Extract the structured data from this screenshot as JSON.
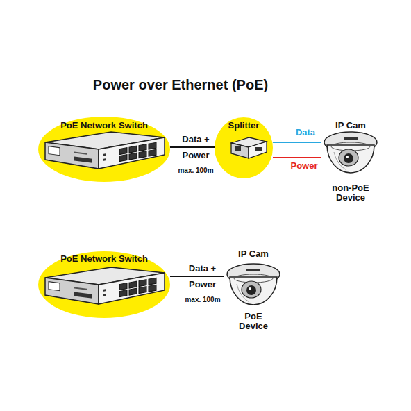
{
  "diagram": {
    "title": "Power over Ethernet (PoE)",
    "nodes": [
      {
        "text": [
          "PoE Network Switch"
        ]
      },
      {
        "text": [
          "Splitter"
        ]
      },
      {
        "text": [
          "IP Cam",
          "non-PoE Device"
        ]
      },
      {
        "text": [
          "PoE Network Switch"
        ]
      },
      {
        "text": [
          "IP Cam",
          "PoE Device"
        ]
      }
    ],
    "edges": [
      {
        "from": 0,
        "to": 1,
        "arrow": "none",
        "label": "Data + Power"
      },
      {
        "from": 1,
        "to": 2,
        "arrow": "none",
        "label": "Data"
      },
      {
        "from": 1,
        "to": 2,
        "arrow": "none",
        "label": "Power"
      },
      {
        "from": 3,
        "to": 4,
        "arrow": "none",
        "label": "Data + Power"
      }
    ],
    "labels": [
      "max. 100m",
      "max. 100m"
    ]
  }
}
